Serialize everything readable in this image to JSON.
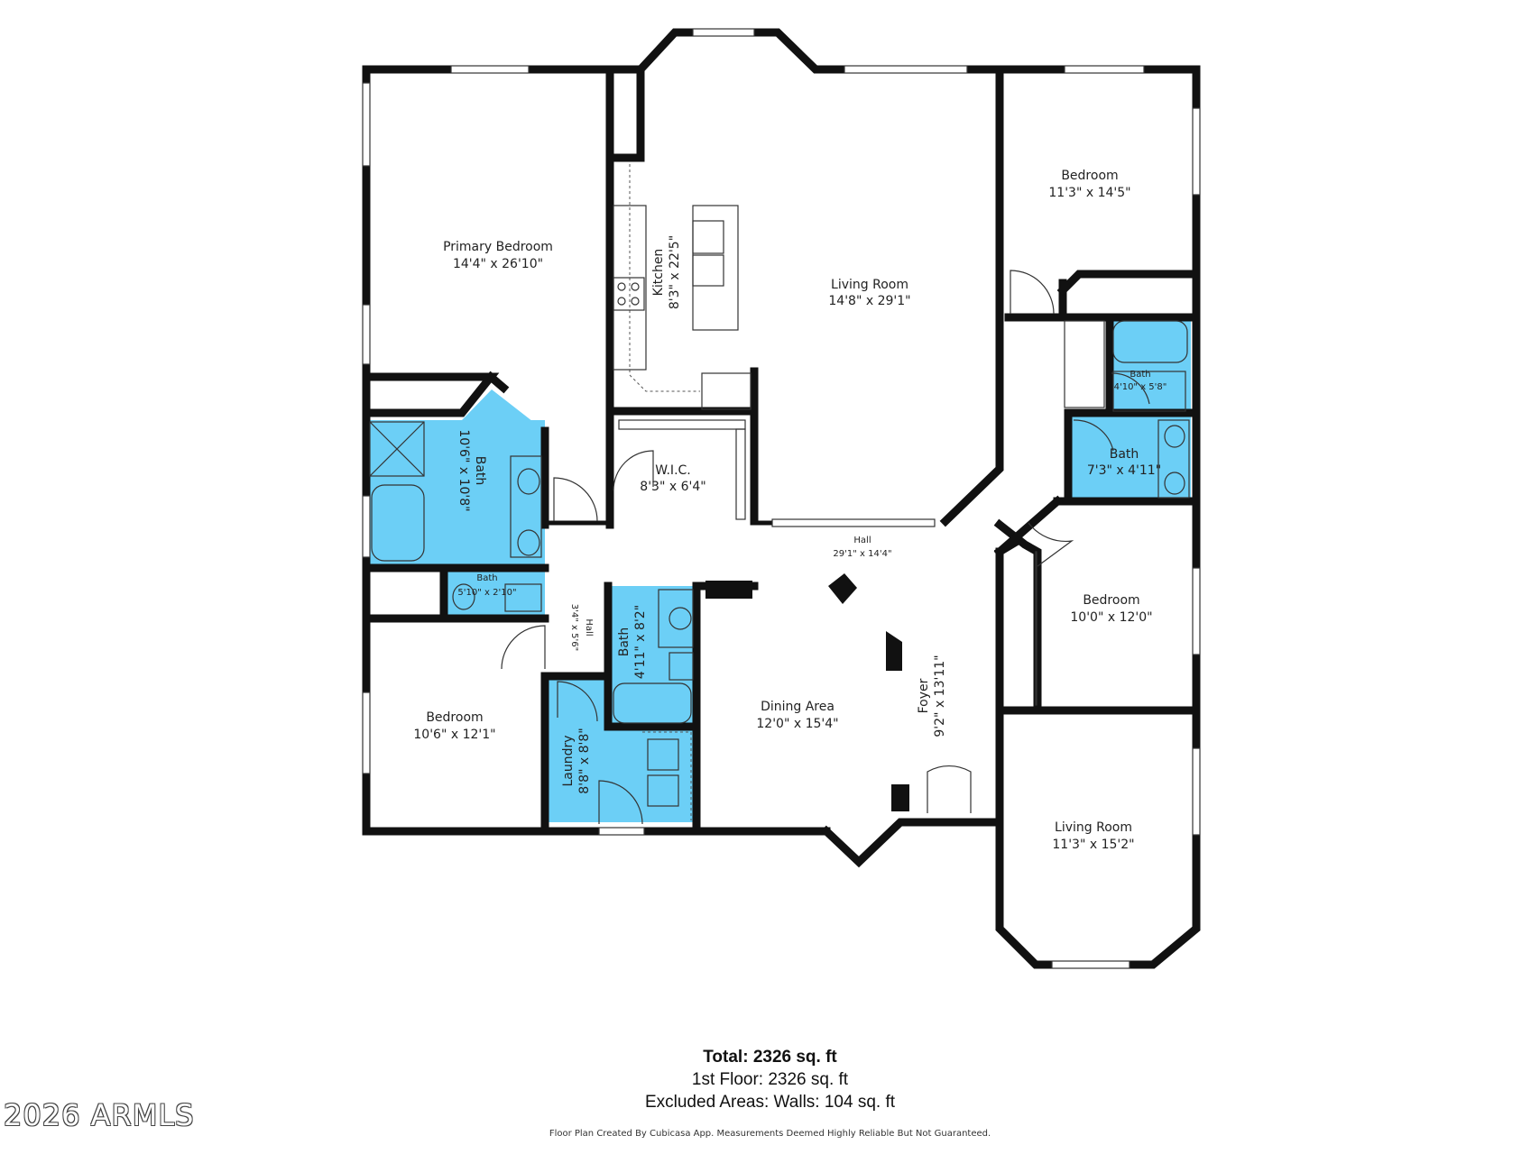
{
  "rooms": {
    "primary_bedroom": {
      "name": "Primary Bedroom",
      "dims": "14'4\" x 26'10\""
    },
    "kitchen": {
      "name": "Kitchen",
      "dims": "8'3\" x 22'5\""
    },
    "living_room_main": {
      "name": "Living Room",
      "dims": "14'8\" x 29'1\""
    },
    "bedroom_ne": {
      "name": "Bedroom",
      "dims": "11'3\" x 14'5\""
    },
    "bath_ne_small": {
      "name": "Bath",
      "dims": "4'10\" x 5'8\""
    },
    "bath_ne": {
      "name": "Bath",
      "dims": "7'3\" x 4'11\""
    },
    "bath_primary": {
      "name": "Bath",
      "dims": "10'6\" x 10'8\""
    },
    "wic": {
      "name": "W.I.C.",
      "dims": "8'3\" x 6'4\""
    },
    "hall_main": {
      "name": "Hall",
      "dims": "29'1\" x 14'4\""
    },
    "bath_small_w": {
      "name": "Bath",
      "dims": "5'10\" x 2'10\""
    },
    "hall_small": {
      "name": "Hall",
      "dims": "3'4\" x 5'6\""
    },
    "bath_center": {
      "name": "Bath",
      "dims": "4'11\" x 8'2\""
    },
    "bedroom_e": {
      "name": "Bedroom",
      "dims": "10'0\" x 12'0\""
    },
    "bedroom_sw": {
      "name": "Bedroom",
      "dims": "10'6\" x 12'1\""
    },
    "laundry": {
      "name": "Laundry",
      "dims": "8'8\" x 8'8\""
    },
    "dining_area": {
      "name": "Dining Area",
      "dims": "12'0\" x 15'4\""
    },
    "foyer": {
      "name": "Foyer",
      "dims": "9'2\" x 13'11\""
    },
    "living_room_se": {
      "name": "Living Room",
      "dims": "11'3\" x 15'2\""
    }
  },
  "totals": {
    "total": "Total: 2326 sq. ft",
    "floor1": "1st Floor: 2326 sq. ft",
    "excluded": "Excluded Areas: Walls: 104 sq. ft"
  },
  "credit": "Floor Plan Created By Cubicasa App. Measurements Deemed Highly Reliable But Not Guaranteed.",
  "watermark": "2026 ARMLS",
  "colors": {
    "wall": "#111111",
    "wet_area": "#6ccff6",
    "background": "#ffffff"
  }
}
